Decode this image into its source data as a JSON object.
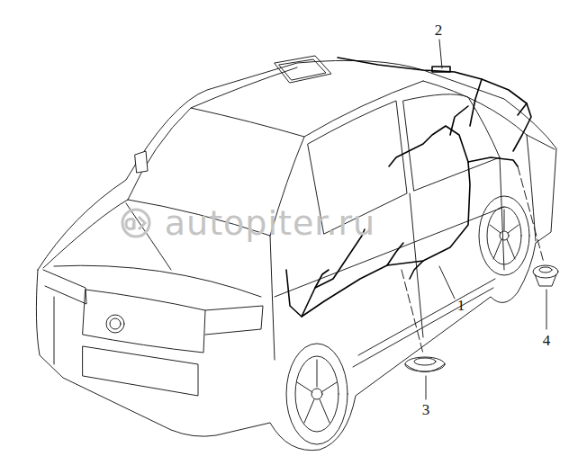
{
  "diagram": {
    "labels": [
      "2",
      "1",
      "3",
      "4",
      "autopiter.ru"
    ]
  }
}
